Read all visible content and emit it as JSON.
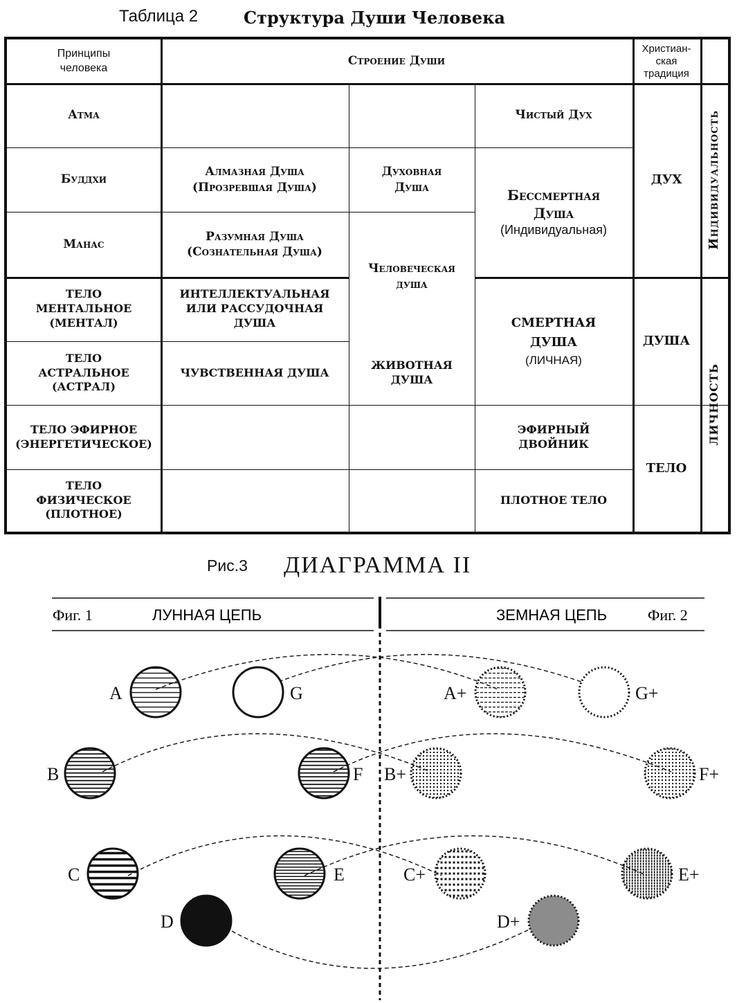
{
  "table": {
    "label": "Таблица 2",
    "title": "Структура Души Человека",
    "headers": {
      "principles": "Принципы человека",
      "structure": "Строение Души",
      "christian": "Христиан-ская традиция"
    },
    "rows": {
      "atma": "Атма",
      "buddhi": "Буддхи",
      "manas": "Манас",
      "mental": "ТЕЛО МЕНТАЛЬНОЕ (МЕНТАЛ)",
      "astral": "ТЕЛО АСТРАЛЬНОЕ (АСТРАЛ)",
      "etheric": "ТЕЛО ЭФИРНОЕ (ЭНЕРГЕТИЧЕСКОЕ)",
      "physical": "ТЕЛО ФИЗИЧЕСКОЕ (ПЛОТНОЕ)"
    },
    "cells": {
      "pure_spirit": "Чистый Дух",
      "diamond_soul": "Алмазная Душа (Прозревшая Душа)",
      "spiritual_soul": "Духовная Душа",
      "immortal_soul": "Бессмертная Душа",
      "immortal_soul_sub": "(Индивидуальная)",
      "rational_soul": "Разумная Душа (Сознательная Душа)",
      "human_soul": "Человеческая душа",
      "intellectual_soul": "ИНТЕЛЛЕКТУАЛЬНАЯ ИЛИ РАССУДОЧНАЯ ДУША",
      "mortal_soul": "СМЕРТНАЯ ДУША",
      "mortal_soul_sub": "(ЛИЧНАЯ)",
      "sensual_soul": "ЧУВСТВЕННАЯ ДУША",
      "animal_soul": "ЖИВОТНАЯ ДУША",
      "etheric_double": "ЭФИРНЫЙ ДВОЙНИК",
      "dense_body": "ПЛОТНОЕ ТЕЛО",
      "spirit": "ДУХ",
      "soul": "ДУША",
      "body": "ТЕЛО",
      "individuality": "Индивидуальность",
      "personality": "ЛИЧНОСТЬ"
    }
  },
  "figure": {
    "label": "Рис.3",
    "title": "ДИАГРАММА II",
    "fig1": "Фиг. 1",
    "fig2": "Фиг. 2",
    "lunar_chain": "ЛУННАЯ ЦЕПЬ",
    "earth_chain": "ЗЕМНАЯ ЦЕПЬ",
    "globes_left": [
      "A",
      "G",
      "B",
      "F",
      "C",
      "E",
      "D"
    ],
    "globes_right": [
      "A+",
      "G+",
      "B+",
      "F+",
      "C+",
      "E+",
      "D+"
    ]
  }
}
